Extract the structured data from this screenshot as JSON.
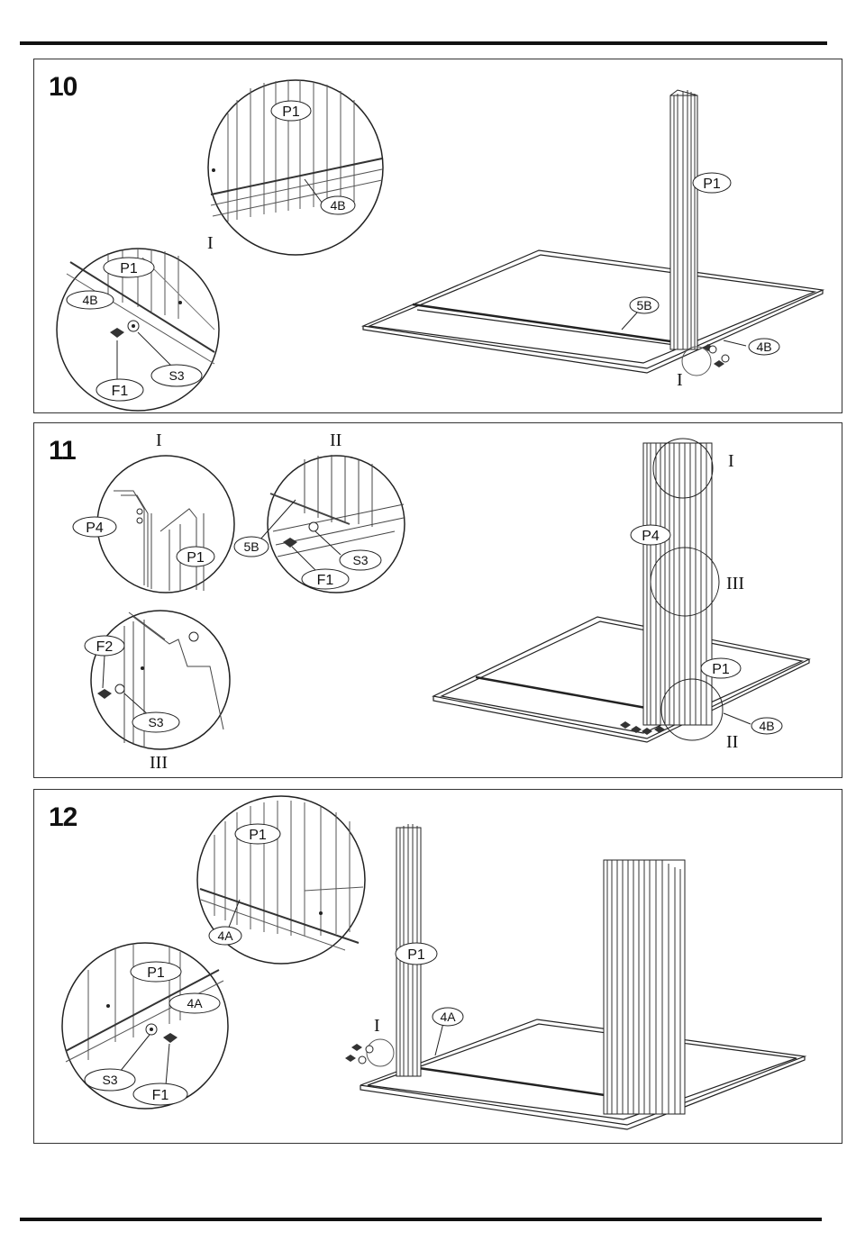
{
  "steps": [
    {
      "number": "10",
      "labels": {
        "p1_detail_top": "P1",
        "b4_detail_top": "4B",
        "p1_detail_left": "P1",
        "b4_detail_left": "4B",
        "f1_detail_left": "F1",
        "s3_detail_left": "S3",
        "roman_detail": "I",
        "p1_main": "P1",
        "b5_main": "5B",
        "b4_main": "4B",
        "roman_main": "I"
      }
    },
    {
      "number": "11",
      "labels": {
        "roman_i_title": "I",
        "roman_ii_title": "II",
        "p4_detail": "P4",
        "p1_detail": "P1",
        "b5_detail": "5B",
        "s3_detail_ii": "S3",
        "f1_detail_ii": "F1",
        "f2_detail_iii": "F2",
        "s3_detail_iii": "S3",
        "roman_iii_title": "III",
        "p4_main": "P4",
        "p1_main": "P1",
        "b4_main": "4B",
        "roman_i_main": "I",
        "roman_iii_main": "III",
        "roman_ii_main": "II"
      }
    },
    {
      "number": "12",
      "labels": {
        "p1_detail_top": "P1",
        "a4_detail_top": "4A",
        "p1_detail_left": "P1",
        "a4_detail_left": "4A",
        "s3_detail_left": "S3",
        "f1_detail_left": "F1",
        "p1_main": "P1",
        "a4_main": "4A",
        "roman_main": "I"
      }
    }
  ]
}
